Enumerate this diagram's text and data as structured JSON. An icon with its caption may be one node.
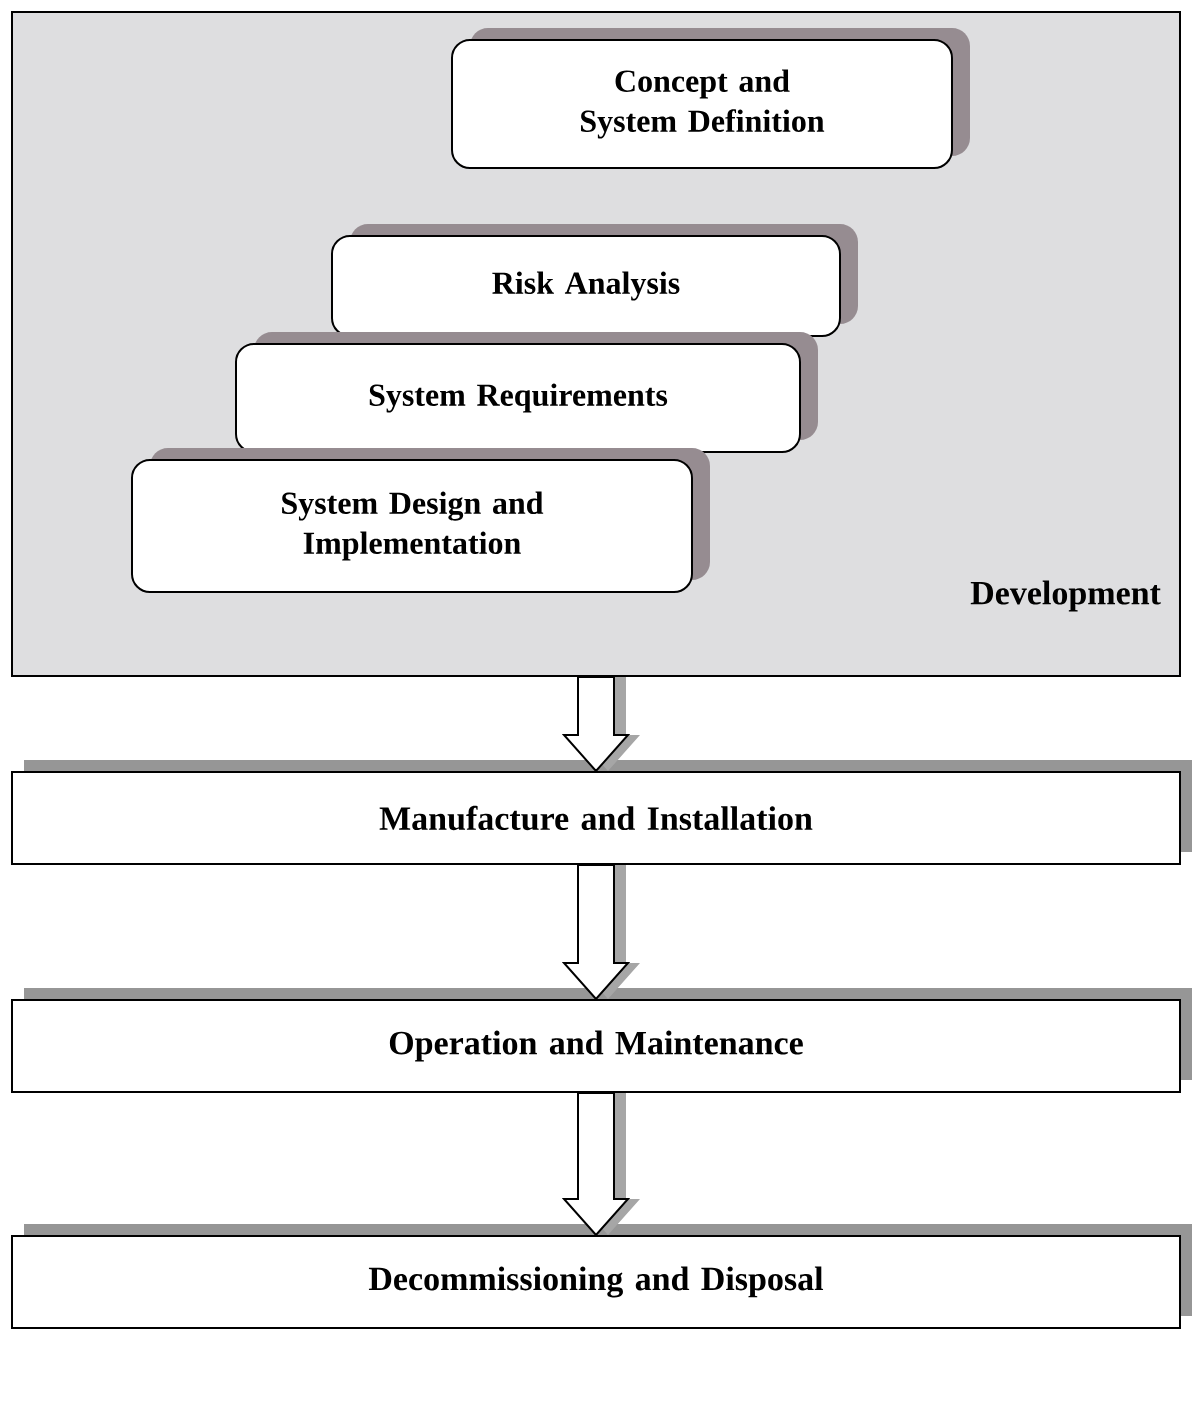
{
  "diagram": {
    "nodes": [
      {
        "text": [
          "Development"
        ]
      },
      {
        "text": [
          "Concept and System Definition"
        ],
        "in": 0
      },
      {
        "text": [
          "Risk Analysis"
        ],
        "in": 0
      },
      {
        "text": [
          "System Requirements"
        ],
        "in": 0
      },
      {
        "text": [
          "System Design and Implementation"
        ],
        "in": 0
      },
      {
        "text": [
          "Manufacture and Installation"
        ]
      },
      {
        "text": [
          "Operation and Maintenance"
        ]
      },
      {
        "text": [
          "Decommissioning and Disposal"
        ]
      }
    ],
    "edges": [
      {
        "from": 0,
        "to": 5,
        "arrow": "to"
      },
      {
        "from": 5,
        "to": 6,
        "arrow": "to"
      },
      {
        "from": 6,
        "to": 7,
        "arrow": "to"
      }
    ]
  }
}
